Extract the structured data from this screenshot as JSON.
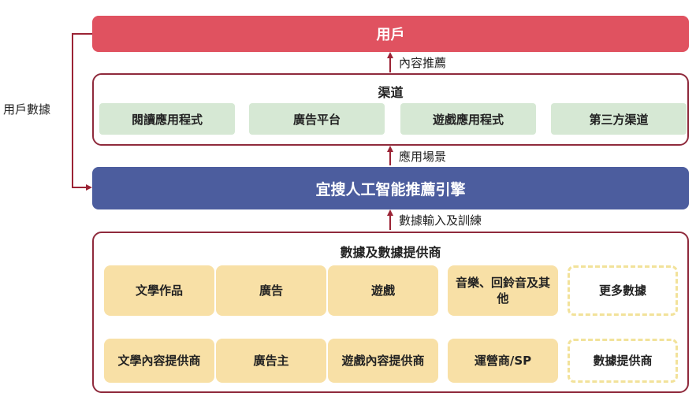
{
  "user": {
    "label": "用戶"
  },
  "user_data_label": "用戶數據",
  "flows": {
    "content_recommend": "內容推薦",
    "application_scenarios": "應用場景",
    "data_input_training": "數據輸入及訓練"
  },
  "channels": {
    "title": "渠道",
    "items": [
      "閱讀應用程式",
      "廣告平台",
      "遊戲應用程式",
      "第三方渠道"
    ]
  },
  "engine": {
    "label": "宜搜人工智能推薦引擎"
  },
  "data_providers": {
    "title": "數據及數據提供商",
    "data_types": [
      "文學作品",
      "廣告",
      "遊戲",
      "音樂、回鈴音及其他",
      "更多數據"
    ],
    "providers": [
      "文學內容提供商",
      "廣告主",
      "遊戲內容提供商",
      "運營商/SP",
      "數據提供商"
    ]
  },
  "colors": {
    "user_bar": "#e05260",
    "engine_bar": "#4c5d9e",
    "panel_border": "#8f2a3c",
    "channel_chip": "#d6e8d4",
    "data_cell": "#f8e0a6",
    "dashed_border": "#f2e29a",
    "arrow": "#9b2335"
  }
}
